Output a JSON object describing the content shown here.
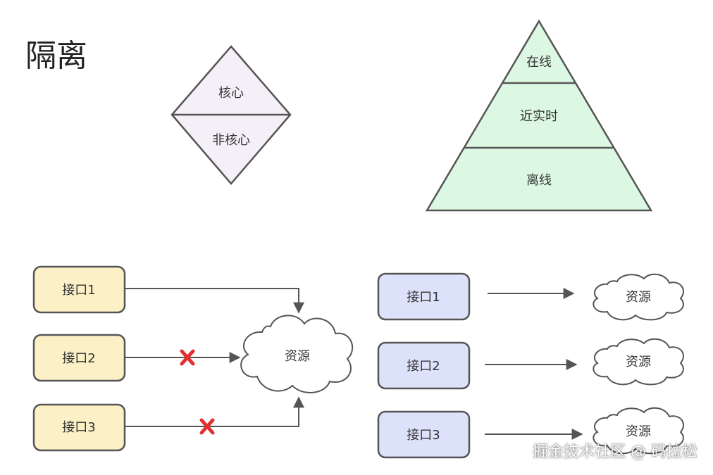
{
  "title": "隔离",
  "diamond": {
    "top": "核心",
    "bottom": "非核心"
  },
  "pyramid": {
    "levels": [
      "在线",
      "近实时",
      "离线"
    ]
  },
  "left_group": {
    "interfaces": [
      "接口1",
      "接口2",
      "接口3"
    ],
    "resource": "资源",
    "blocked_marker": "cross-icon"
  },
  "right_group": {
    "interfaces": [
      "接口1",
      "接口2",
      "接口3"
    ],
    "resources": [
      "资源",
      "资源",
      "资源"
    ]
  },
  "watermark": "掘金技术社区 @ 码拉松",
  "colors": {
    "diamond_fill": "#f5eff7",
    "pyramid_fill": "#dcf7e2",
    "left_box_fill": "#fbf0c6",
    "right_box_fill": "#dde2fb",
    "stroke": "#555555",
    "cross": "#e03030"
  }
}
